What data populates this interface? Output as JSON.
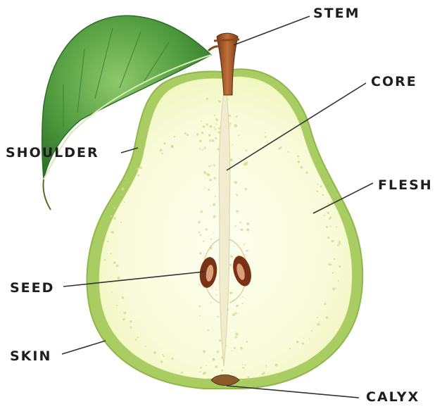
{
  "labels": {
    "stem": "STEM",
    "core": "CORE",
    "shoulder": "SHOULDER",
    "flesh": "FLESH",
    "seed": "SEED",
    "skin": "SKIN",
    "calyx": "CALYX"
  },
  "colors": {
    "skin": "#a9cd62",
    "flesh": "#fbfde6",
    "speckle": "#d4df8c",
    "leaf": "#4e9a3d",
    "leaf_dark": "#2f6e2a",
    "stem": "#a0552a",
    "seed": "#7a3216",
    "label_text": "#1e1e1e",
    "leader_line": "#333333"
  }
}
